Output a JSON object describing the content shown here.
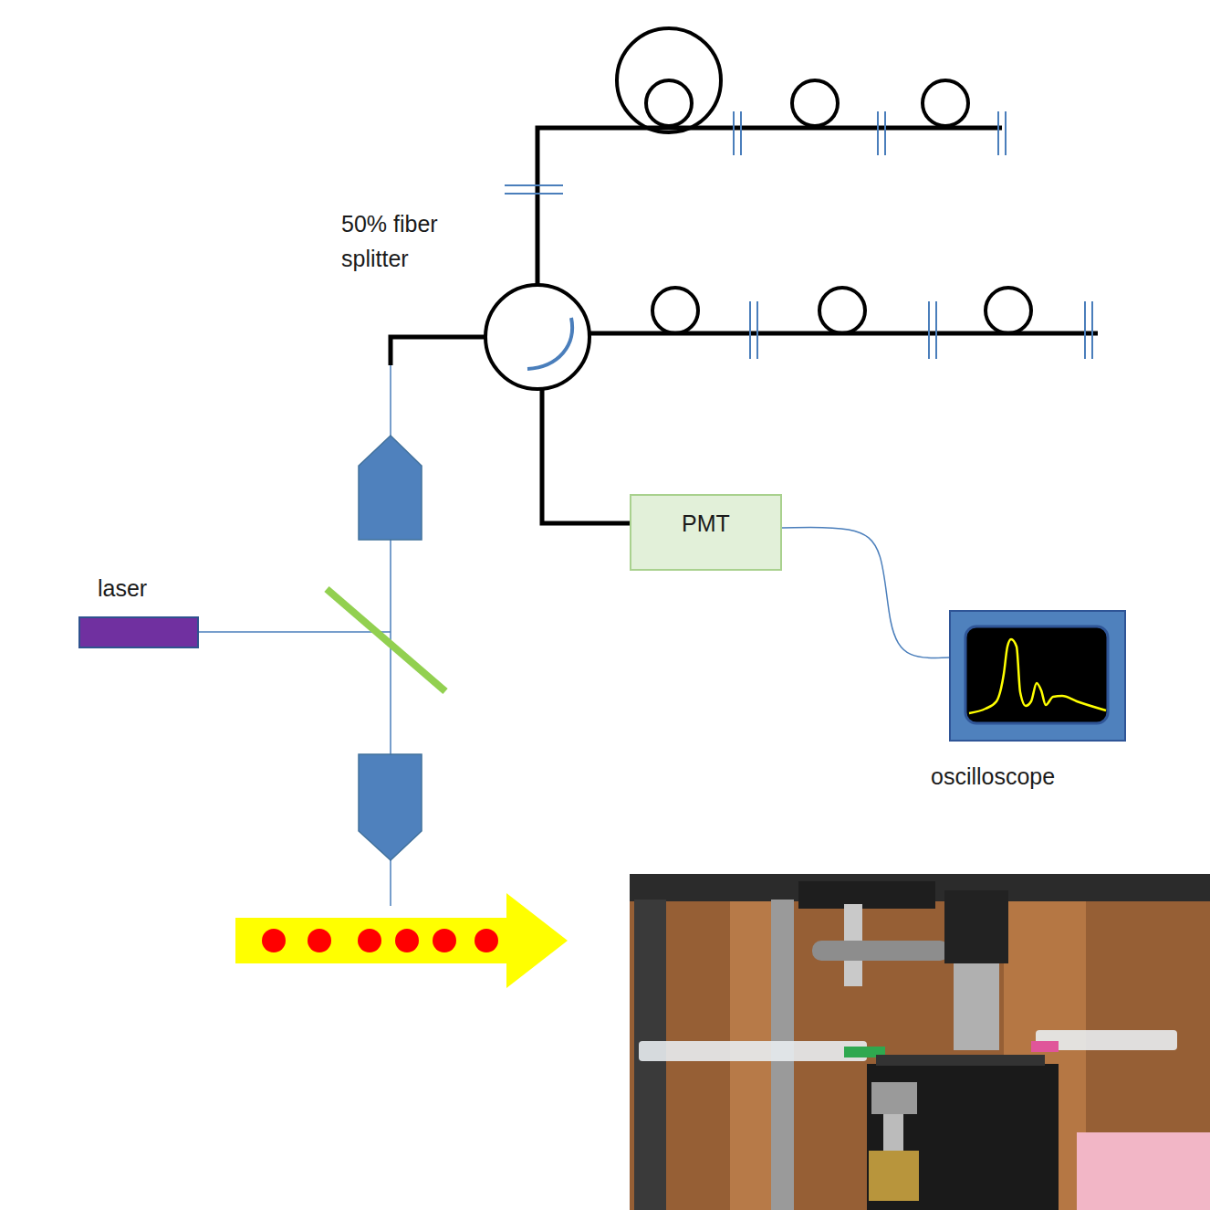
{
  "diagram": {
    "nodes": [
      {
        "text": [
          "laser"
        ]
      },
      {
        "text": [
          "PMT"
        ]
      },
      {
        "text": [
          "oscilloscope"
        ]
      }
    ],
    "edges": [
      {
        "from": 1,
        "to": 2,
        "arrow": "none"
      }
    ],
    "labels": [
      "50% fiber splitter"
    ]
  }
}
